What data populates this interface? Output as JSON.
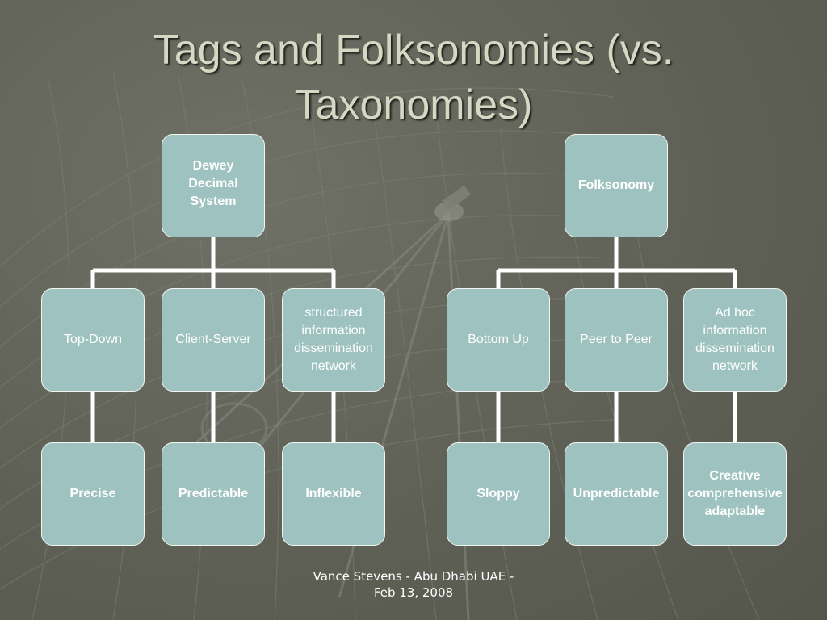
{
  "slide": {
    "title_line1": "Tags and Folksonomies (vs.",
    "title_line2": "Taxonomies)",
    "footer": "Vance Stevens - Abu Dhabi UAE -\nFeb 13, 2008"
  },
  "colors": {
    "background": "#5f6157",
    "node_fill": "#9ec2bf",
    "node_border": "#f2f5f0",
    "connector": "#ffffff",
    "title_text": "#d6d8c4"
  },
  "diagram": {
    "taxonomy": {
      "root": "Dewey\nDecimal\nSystem",
      "branches": [
        {
          "label": "Top-Down",
          "leaf": "Precise"
        },
        {
          "label": "Client-Server",
          "leaf": "Predictable"
        },
        {
          "label": "structured\ninformation\ndissemination\nnetwork",
          "leaf": "Inflexible"
        }
      ]
    },
    "folksonomy": {
      "root": "Folksonomy",
      "branches": [
        {
          "label": "Bottom Up",
          "leaf": "Sloppy"
        },
        {
          "label": "Peer to Peer",
          "leaf": "Unpredictable"
        },
        {
          "label": "Ad hoc\ninformation\ndissemination\nnetwork",
          "leaf": "Creative\ncomprehensive\nadaptable"
        }
      ]
    }
  }
}
